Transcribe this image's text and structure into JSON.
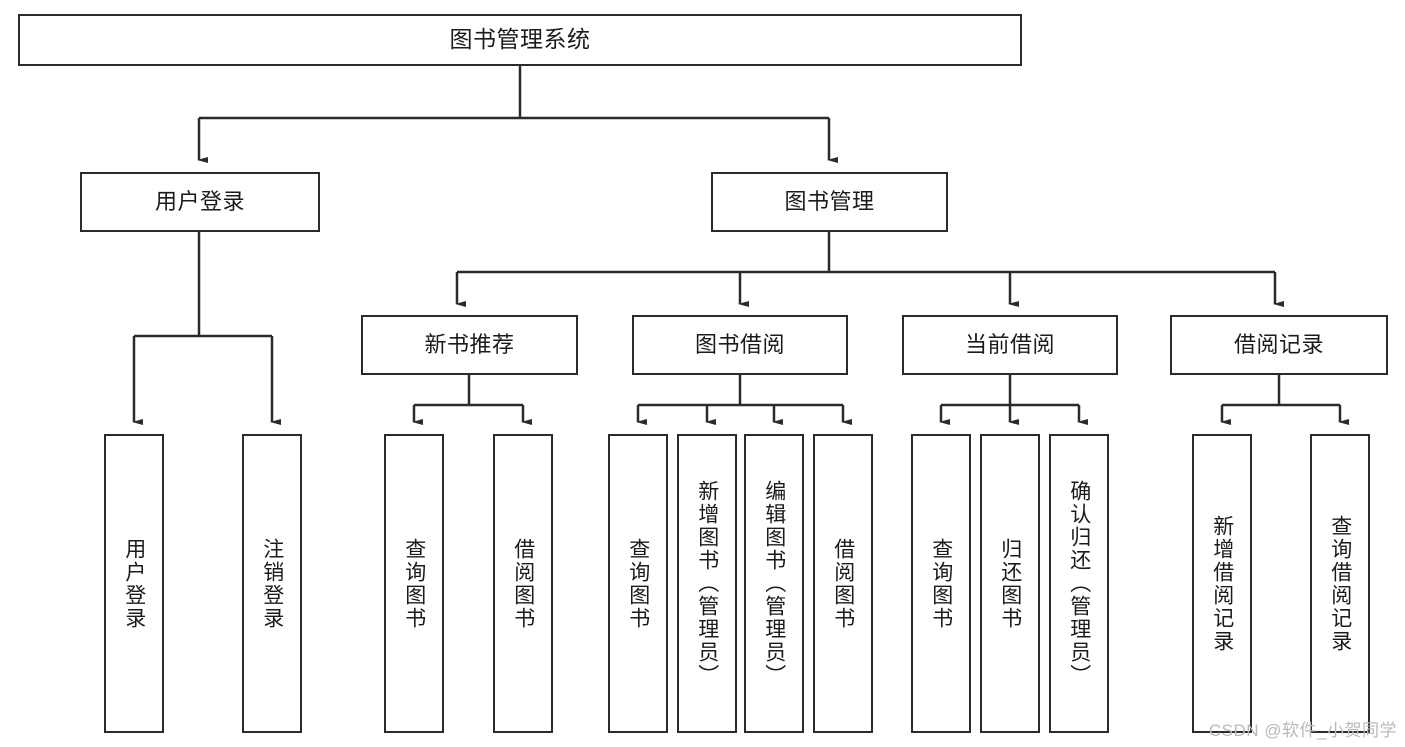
{
  "diagram": {
    "type": "tree",
    "title": "图书管理系统",
    "root": {
      "id": "root",
      "label": "图书管理系统"
    },
    "level2": [
      {
        "id": "user-login",
        "label": "用户登录"
      },
      {
        "id": "book-manage",
        "label": "图书管理"
      }
    ],
    "level3": [
      {
        "id": "new-book-recommend",
        "label": "新书推荐",
        "parent": "book-manage"
      },
      {
        "id": "book-borrow",
        "label": "图书借阅",
        "parent": "book-manage"
      },
      {
        "id": "current-borrow",
        "label": "当前借阅",
        "parent": "book-manage"
      },
      {
        "id": "borrow-record",
        "label": "借阅记录",
        "parent": "book-manage"
      }
    ],
    "leaves": [
      {
        "id": "leaf-user-login",
        "label": "用户登录",
        "parent": "user-login"
      },
      {
        "id": "leaf-logout-login",
        "label": "注销登录",
        "parent": "user-login"
      },
      {
        "id": "leaf-query-book-1",
        "label": "查询图书",
        "parent": "new-book-recommend"
      },
      {
        "id": "leaf-borrow-book-1",
        "label": "借阅图书",
        "parent": "new-book-recommend"
      },
      {
        "id": "leaf-query-book-2",
        "label": "查询图书",
        "parent": "book-borrow"
      },
      {
        "id": "leaf-add-book",
        "label": "新增图书（管理员）",
        "parent": "book-borrow"
      },
      {
        "id": "leaf-edit-book",
        "label": "编辑图书（管理员）",
        "parent": "book-borrow"
      },
      {
        "id": "leaf-borrow-book-2",
        "label": "借阅图书",
        "parent": "book-borrow"
      },
      {
        "id": "leaf-query-book-3",
        "label": "查询图书",
        "parent": "current-borrow"
      },
      {
        "id": "leaf-return-book",
        "label": "归还图书",
        "parent": "current-borrow"
      },
      {
        "id": "leaf-confirm-return",
        "label": "确认归还（管理员）",
        "parent": "current-borrow"
      },
      {
        "id": "leaf-add-borrow-record",
        "label": "新增借阅记录",
        "parent": "borrow-record"
      },
      {
        "id": "leaf-query-borrow-record",
        "label": "查询借阅记录",
        "parent": "borrow-record"
      }
    ],
    "colors": {
      "stroke": "#2b2b2b",
      "fill": "#ffffff",
      "text": "#1b1b1b",
      "watermark": "#b9b9b9"
    }
  },
  "watermark": {
    "text": "CSDN @软件_小贺同学"
  }
}
